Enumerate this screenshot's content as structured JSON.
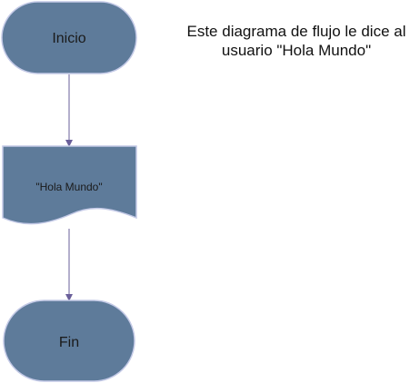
{
  "colors": {
    "node_fill": "#5e7b9a",
    "node_stroke": "#c3c9e6",
    "connector": "#6a5f9a",
    "text": "#1a1a1a"
  },
  "diagram": {
    "nodes": [
      {
        "id": "start",
        "shape": "terminator",
        "label": "Inicio"
      },
      {
        "id": "output",
        "shape": "document",
        "label": "\"Hola Mundo\""
      },
      {
        "id": "end",
        "shape": "terminator",
        "label": "Fin"
      }
    ],
    "edges": [
      {
        "from": "start",
        "to": "output"
      },
      {
        "from": "output",
        "to": "end"
      }
    ]
  },
  "annotation": {
    "line1": "Este diagrama de flujo le dice al",
    "line2": "usuario \"Hola Mundo\""
  }
}
